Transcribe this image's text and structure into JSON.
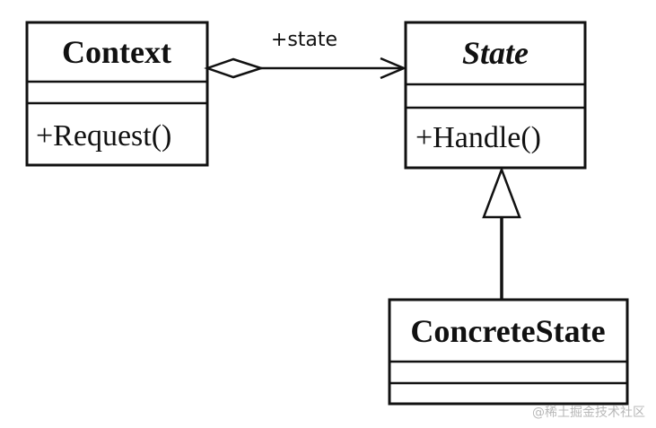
{
  "classes": {
    "context": {
      "name": "Context",
      "operations": [
        "+Request()"
      ]
    },
    "state": {
      "name": "State",
      "operations": [
        "+Handle()"
      ]
    },
    "concrete_state": {
      "name": "ConcreteState",
      "operations": []
    }
  },
  "relations": {
    "aggregation": {
      "from": "Context",
      "to": "State",
      "role": "+state"
    },
    "generalization": {
      "from": "ConcreteState",
      "to": "State"
    }
  },
  "watermark": "@稀土掘金技术社区"
}
